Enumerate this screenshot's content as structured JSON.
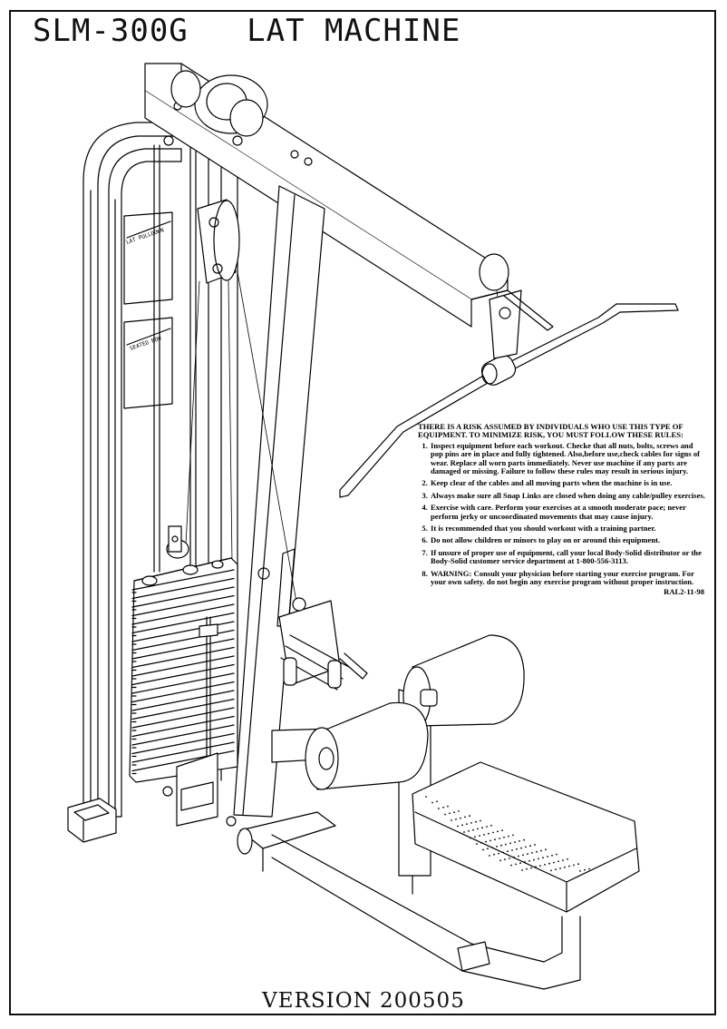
{
  "page": {
    "title": "SLM-300G   LAT MACHINE",
    "version": "VERSION 200505"
  },
  "plates": {
    "top": "LAT PULLDOWN",
    "bottom": "SEATED ROW"
  },
  "safety": {
    "header": "THERE IS A RISK ASSUMED BY INDIVIDUALS WHO USE THIS TYPE OF EQUIPMENT. TO MINIMIZE RISK, YOU MUST FOLLOW THESE RULES:",
    "rules": [
      "Inspect equipment before each workout. Checke that all nuts, bolts, screws and pop pins are in place and fully tightened. Also,before use,check cables for signs of wear. Replace all worn parts immediately. Never use machine if any parts are damaged or missing. Failure to follow these rules may result in serious injury.",
      "Keep clear of the cables and all moving parts when the machine is in use.",
      "Always make sure all Snap Links are closed when doing any cable/pulley exercises.",
      "Exercise with care. Perform your exercises at a smooth moderate pace; never perform jerky or uncoordinated movements that may cause injury.",
      "It is recommended that you should workout with a training partner.",
      "Do not allow children or minors to play on or around this equipment.",
      "If unsure of proper use of equipment, call your local Body-Solid distributor or the Body-Solid customer service department at 1-800-556-3113.",
      "WARNING: Consult your physician before starting your exercise program. For your own safety. do not begin any exercise program without proper instruction."
    ],
    "code": "RAL2-11-98"
  }
}
